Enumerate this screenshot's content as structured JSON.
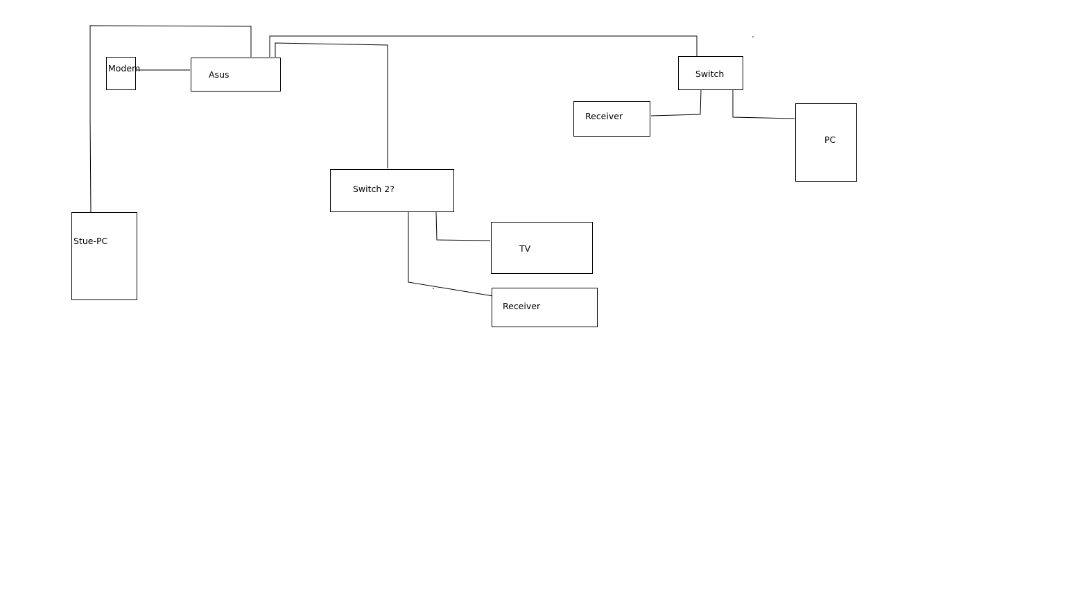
{
  "diagram": {
    "nodes": {
      "modem": {
        "label": "Modem"
      },
      "asus": {
        "label": "Asus"
      },
      "switch": {
        "label": "Switch"
      },
      "receiver_top": {
        "label": "Receiver"
      },
      "pc": {
        "label": "PC"
      },
      "switch2": {
        "label": "Switch 2?"
      },
      "tv": {
        "label": "TV"
      },
      "receiver_bottom": {
        "label": "Receiver"
      },
      "stue_pc": {
        "label": "Stue-PC"
      }
    },
    "colors": {
      "stroke": "#000000",
      "background": "#ffffff"
    }
  }
}
